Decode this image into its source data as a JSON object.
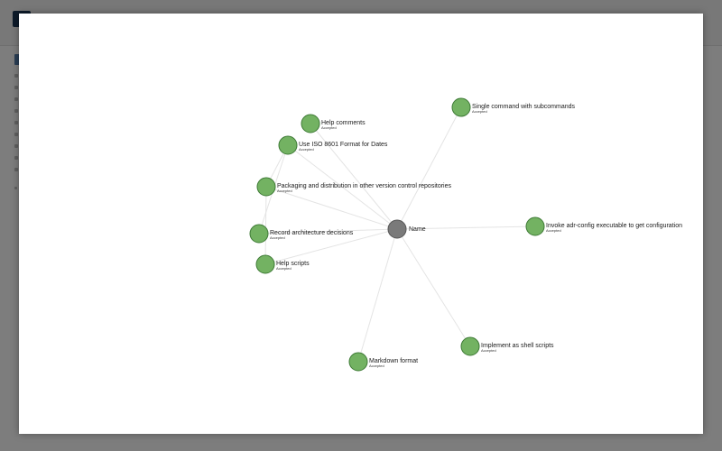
{
  "graph": {
    "center_node": {
      "title": "Name"
    },
    "nodes": [
      {
        "title": "Help comments",
        "status": "Accepted"
      },
      {
        "title": "Use ISO 8601 Format for Dates",
        "status": "Accepted"
      },
      {
        "title": "Packaging and distribution in other version control repositories",
        "status": "Accepted"
      },
      {
        "title": "Record architecture decisions",
        "status": "Accepted"
      },
      {
        "title": "Help scripts",
        "status": "Accepted"
      },
      {
        "title": "Markdown format",
        "status": "Accepted"
      },
      {
        "title": "Implement as shell scripts",
        "status": "Accepted"
      },
      {
        "title": "Invoke adr-config executable to get configuration",
        "status": "Accepted"
      },
      {
        "title": "Single command with subcommands",
        "status": "Accepted"
      }
    ],
    "colors": {
      "accepted_fill": "#73b262",
      "center_fill": "#7a7a7a",
      "edge": "#e4e4e4"
    }
  }
}
